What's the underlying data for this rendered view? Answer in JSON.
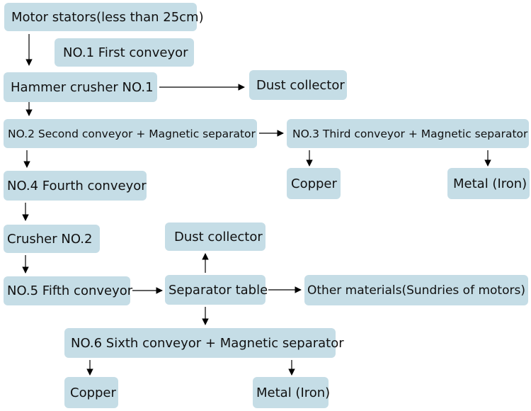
{
  "nodes": {
    "motor_stators": "Motor stators(less than 25cm)",
    "conveyor_1": "NO.1 First conveyor",
    "hammer_crusher_1": "Hammer crusher NO.1",
    "dust_collector_top": "Dust collector",
    "conveyor_2": "NO.2 Second conveyor + Magnetic separator",
    "conveyor_3": "NO.3 Third conveyor + Magnetic separator",
    "copper_top": "Copper",
    "metal_iron_top": "Metal (Iron)",
    "conveyor_4": "NO.4 Fourth conveyor",
    "crusher_2": "Crusher NO.2",
    "dust_collector_mid": "Dust collector",
    "conveyor_5": "NO.5 Fifth conveyor",
    "separator_table": "Separator table",
    "other_materials": "Other materials(Sundries of motors)",
    "conveyor_6": "NO.6 Sixth conveyor + Magnetic separator",
    "copper_bottom": "Copper",
    "metal_iron_bottom": "Metal (Iron)"
  }
}
